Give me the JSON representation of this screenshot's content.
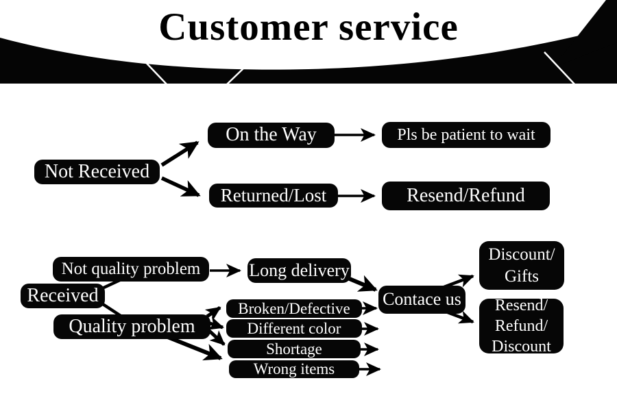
{
  "title": "Customer service",
  "colors": {
    "ink": "#000000",
    "box_bg": "#060606",
    "box_text": "#ffffff",
    "background": "#ffffff"
  },
  "flow_not_received": {
    "source": "Not Received",
    "case_shipping": "On the Way",
    "case_shipping_result": "Pls be patient to wait",
    "case_lost": "Returned/Lost",
    "case_lost_result": "Resend/Refund"
  },
  "flow_received": {
    "source": "Received",
    "branch_no_quality": "Not quality problem",
    "no_quality_reason": "Long delivery",
    "branch_quality": "Quality problem",
    "issue_broken": "Broken/Defective",
    "issue_color": "Different color",
    "issue_shortage": "Shortage",
    "issue_wrong": "Wrong items",
    "contact": "Contace us",
    "outcome_minor_line1": "Discount/",
    "outcome_minor_line2": "Gifts",
    "outcome_major_line1": "Resend/",
    "outcome_major_line2": "Refund/",
    "outcome_major_line3": "Discount"
  }
}
